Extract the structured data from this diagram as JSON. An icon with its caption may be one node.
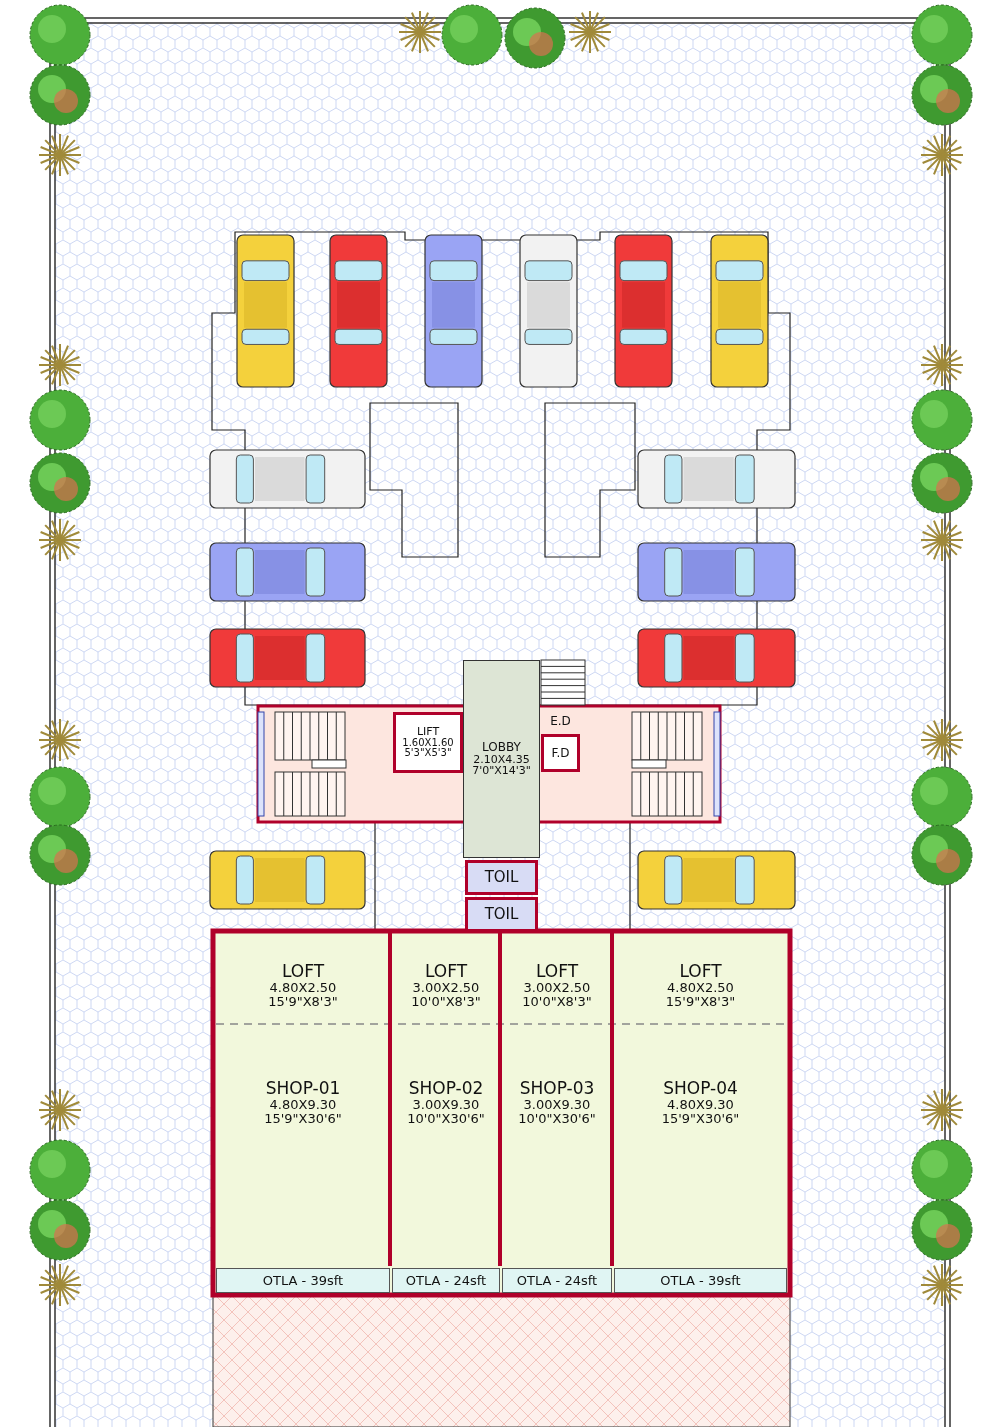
{
  "diagram": {
    "nodes": [
      {
        "text": [
          "LIFT",
          "1.60X1.60",
          "5'3\"X5'3\""
        ]
      },
      {
        "text": [
          "LOBBY",
          "2.10X4.35",
          "7'0\"X14'3\""
        ]
      },
      {
        "text": [
          "E.D"
        ]
      },
      {
        "text": [
          "F.D"
        ]
      },
      {
        "text": [
          "TOIL"
        ]
      },
      {
        "text": [
          "TOIL"
        ]
      },
      {
        "text": [
          "LOFT",
          "4.80X2.50",
          "15'9\"X8'3\""
        ]
      },
      {
        "text": [
          "LOFT",
          "3.00X2.50",
          "10'0\"X8'3\""
        ]
      },
      {
        "text": [
          "LOFT",
          "3.00X2.50",
          "10'0\"X8'3\""
        ]
      },
      {
        "text": [
          "LOFT",
          "4.80X2.50",
          "15'9\"X8'3\""
        ]
      },
      {
        "text": [
          "SHOP-01",
          "4.80X9.30",
          "15'9\"X30'6\""
        ]
      },
      {
        "text": [
          "SHOP-02",
          "3.00X9.30",
          "10'0\"X30'6\""
        ]
      },
      {
        "text": [
          "SHOP-03",
          "3.00X9.30",
          "10'0\"X30'6\""
        ]
      },
      {
        "text": [
          "SHOP-04",
          "4.80X9.30",
          "15'9\"X30'6\""
        ]
      },
      {
        "text": [
          "OTLA - 39sft"
        ]
      },
      {
        "text": [
          "OTLA - 24sft"
        ]
      },
      {
        "text": [
          "OTLA - 24sft"
        ]
      },
      {
        "text": [
          "OTLA - 39sft"
        ]
      }
    ],
    "edges": []
  }
}
